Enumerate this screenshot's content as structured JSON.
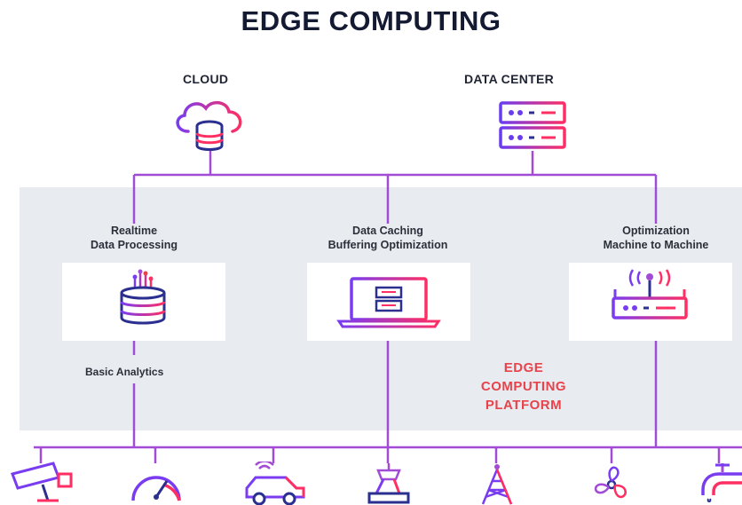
{
  "title": "EDGE COMPUTING",
  "nodes": {
    "cloud": {
      "label": "CLOUD",
      "icon": "cloud-database-icon"
    },
    "data_center": {
      "label": "DATA CENTER",
      "icon": "server-rack-icon"
    }
  },
  "columns": [
    {
      "line1": "Realtime",
      "line2": "Data Processing",
      "icon": "database-chip-icon"
    },
    {
      "line1": "Data Caching",
      "line2": "Buffering Optimization",
      "icon": "laptop-server-icon"
    },
    {
      "line1": "Optimization",
      "line2": "Machine to Machine",
      "icon": "wireless-router-icon"
    }
  ],
  "basic_analytics": "Basic Analytics",
  "platform": {
    "line1": "EDGE",
    "line2": "COMPUTING",
    "line3": "PLATFORM"
  },
  "devices": [
    "security-camera-icon",
    "speedometer-icon",
    "connected-car-icon",
    "robot-arm-icon",
    "cell-tower-icon",
    "fan-icon",
    "faucet-icon"
  ],
  "colors": {
    "title": "#151a33",
    "line": "#a24bd6",
    "gradient_start": "#7a3cf0",
    "gradient_end": "#ff2e63",
    "platform_text": "#e8424b",
    "platform_bg": "#e8ecf1"
  }
}
